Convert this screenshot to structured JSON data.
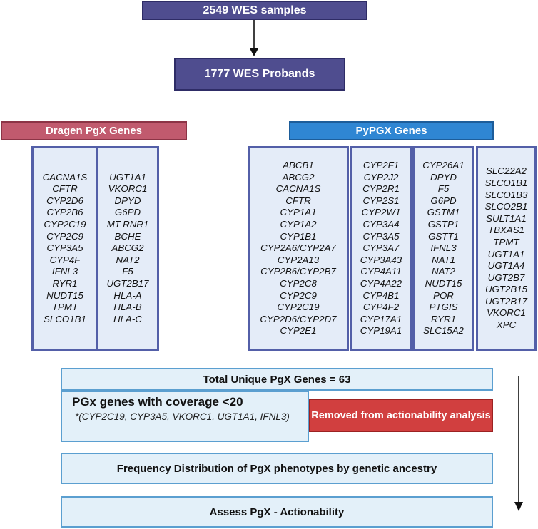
{
  "top": {
    "samples": "2549 WES samples",
    "probands": "1777 WES Probands"
  },
  "dragen": {
    "header": "Dragen PgX Genes",
    "col1": [
      "CACNA1S",
      "CFTR",
      "CYP2D6",
      "CYP2B6",
      "CYP2C19",
      "CYP2C9",
      "CYP3A5",
      "CYP4F",
      "IFNL3",
      "RYR1",
      "NUDT15",
      "TPMT",
      "SLCO1B1"
    ],
    "col2": [
      "UGT1A1",
      "VKORC1",
      "DPYD",
      "G6PD",
      "MT-RNR1",
      "BCHE",
      "ABCG2",
      "NAT2",
      "F5",
      "UGT2B17",
      "HLA-A",
      "HLA-B",
      "HLA-C"
    ]
  },
  "pypgx": {
    "header": "PyPGX Genes",
    "col1": [
      "ABCB1",
      "ABCG2",
      "CACNA1S",
      "CFTR",
      "CYP1A1",
      "CYP1A2",
      "CYP1B1",
      "CYP2A6/CYP2A7",
      "CYP2A13",
      "CYP2B6/CYP2B7",
      "CYP2C8",
      "CYP2C9",
      "CYP2C19",
      "CYP2D6/CYP2D7",
      "CYP2E1"
    ],
    "col2": [
      "CYP2F1",
      "CYP2J2",
      "CYP2R1",
      "CYP2S1",
      "CYP2W1",
      "CYP3A4",
      "CYP3A5",
      "CYP3A7",
      "CYP3A43",
      "CYP4A11",
      "CYP4A22",
      "CYP4B1",
      "CYP4F2",
      "CYP17A1",
      "CYP19A1"
    ],
    "col3": [
      "CYP26A1",
      "DPYD",
      "F5",
      "G6PD",
      "GSTM1",
      "GSTP1",
      "GSTT1",
      "IFNL3",
      "NAT1",
      "NAT2",
      "NUDT15",
      "POR",
      "PTGIS",
      "RYR1",
      "SLC15A2"
    ],
    "col4": [
      "SLC22A2",
      "SLCO1B1",
      "SLCO1B3",
      "SLCO2B1",
      "SULT1A1",
      "TBXAS1",
      "TPMT",
      "UGT1A1",
      "UGT1A4",
      "UGT2B7",
      "UGT2B15",
      "UGT2B17",
      "VKORC1",
      "XPC"
    ]
  },
  "bottom": {
    "total": "Total Unique PgX Genes = 63",
    "coverage_title": "PGx genes with coverage <20",
    "coverage_list": "*(CYP2C19, CYP3A5, VKORC1, UGT1A1, IFNL3)",
    "removed": "Removed from actionability analysis",
    "frequency": "Frequency Distribution of PgX phenotypes by genetic ancestry",
    "assess": "Assess PgX - Actionability"
  }
}
